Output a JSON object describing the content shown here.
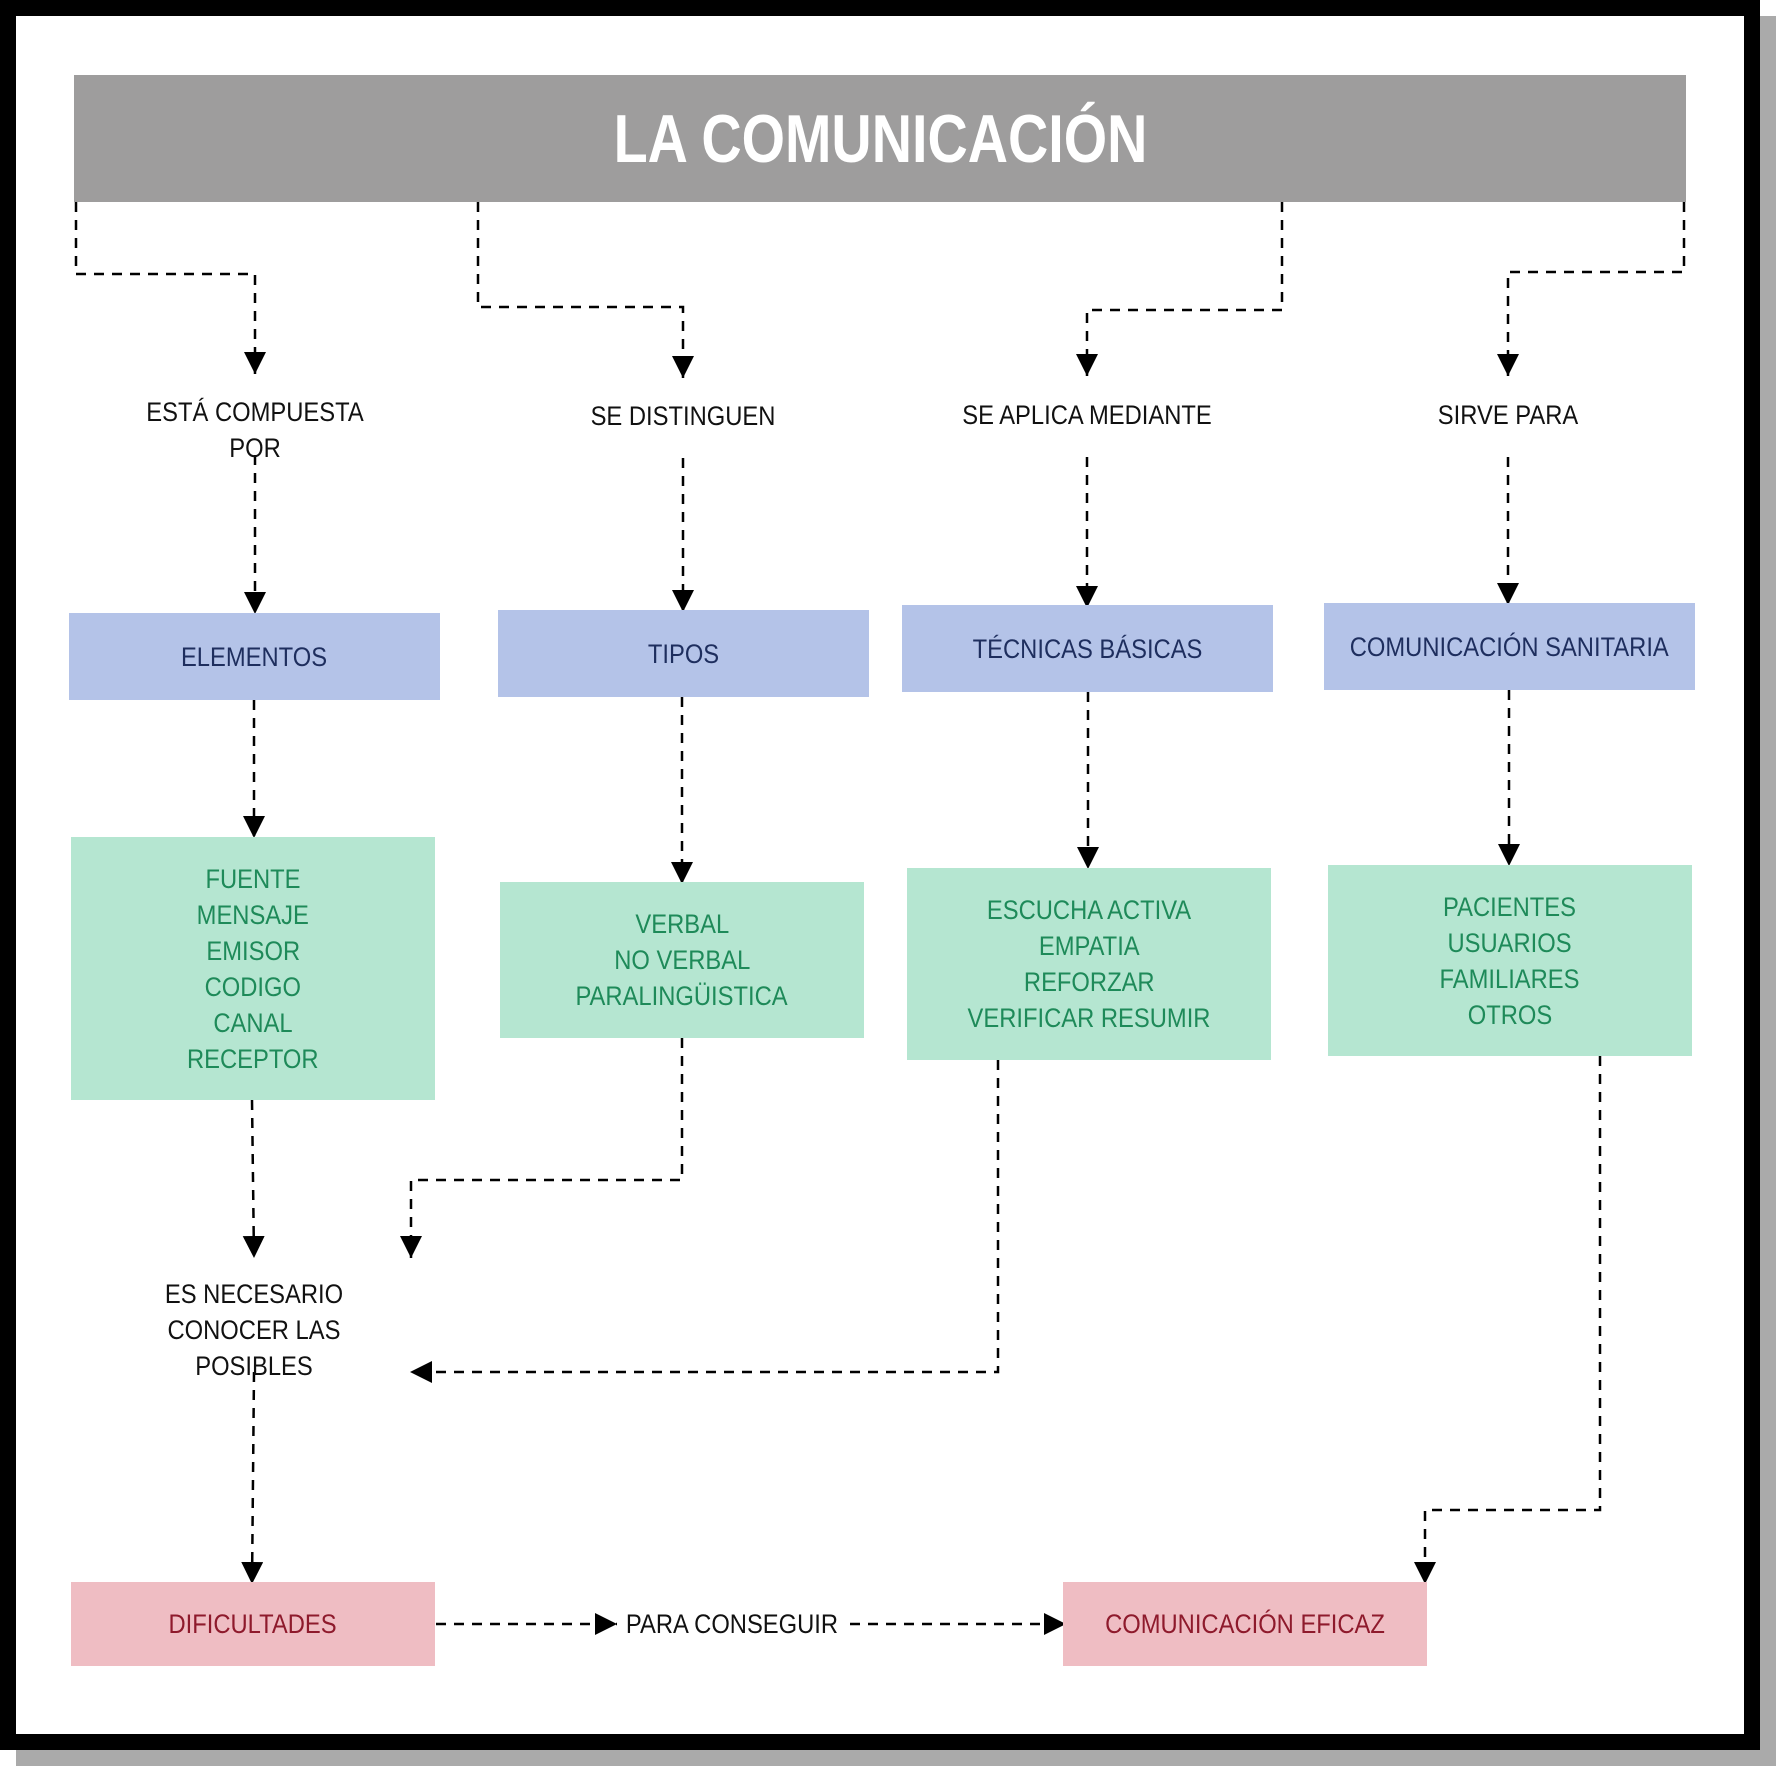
{
  "title": "LA COMUNICACIÓN",
  "connectors": {
    "elementos": "ESTÁ COMPUESTA POR",
    "tipos": "SE DISTINGUEN",
    "tecnicas": "SE APLICA MEDIANTE",
    "sanitaria": "SIRVE PARA"
  },
  "categories": {
    "elementos": "ELEMENTOS",
    "tipos": "TIPOS",
    "tecnicas": "TÉCNICAS BÁSICAS",
    "sanitaria": "COMUNICACIÓN SANITARIA"
  },
  "details": {
    "elementos": [
      "FUENTE",
      "MENSAJE",
      "EMISOR",
      "CODIGO",
      "CANAL",
      "RECEPTOR"
    ],
    "tipos": [
      "VERBAL",
      "NO VERBAL",
      "PARALINGÜISTICA"
    ],
    "tecnicas": [
      "ESCUCHA ACTIVA",
      "EMPATIA",
      "REFORZAR",
      "VERIFICAR RESUMIR"
    ],
    "sanitaria": [
      "PACIENTES",
      "USUARIOS",
      "FAMILIARES",
      "OTROS"
    ]
  },
  "necesario": [
    "ES NECESARIO",
    "CONOCER LAS POSIBLES"
  ],
  "outcomes": {
    "dificultades": "DIFICULTADES",
    "para_conseguir": "PARA CONSEGUIR",
    "eficaz": "COMUNICACIÓN EFICAZ"
  },
  "colors": {
    "title_bg": "#9e9d9d",
    "category_bg": "#b4c3e8",
    "detail_bg": "#b5e6d1",
    "outcome_bg": "#efbdc3"
  }
}
